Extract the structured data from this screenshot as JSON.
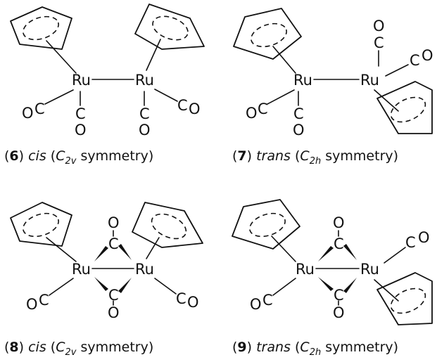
{
  "structures": [
    {
      "number": "6",
      "isomer": "cis",
      "symmetry_symbol": "C",
      "symmetry_subscript": "2v",
      "symmetry_word": "symmetry",
      "metal": "Ru",
      "carbonyl_c": "C",
      "carbonyl_o": "O"
    },
    {
      "number": "7",
      "isomer": "trans",
      "symmetry_symbol": "C",
      "symmetry_subscript": "2h",
      "symmetry_word": "symmetry",
      "metal": "Ru",
      "carbonyl_c": "C",
      "carbonyl_o": "O"
    },
    {
      "number": "8",
      "isomer": "cis",
      "symmetry_symbol": "C",
      "symmetry_subscript": "2v",
      "symmetry_word": "symmetry",
      "metal": "Ru",
      "carbonyl_c": "C",
      "carbonyl_o": "O"
    },
    {
      "number": "9",
      "isomer": "trans",
      "symmetry_symbol": "C",
      "symmetry_subscript": "2h",
      "symmetry_word": "symmetry",
      "metal": "Ru",
      "carbonyl_c": "C",
      "carbonyl_o": "O"
    }
  ]
}
